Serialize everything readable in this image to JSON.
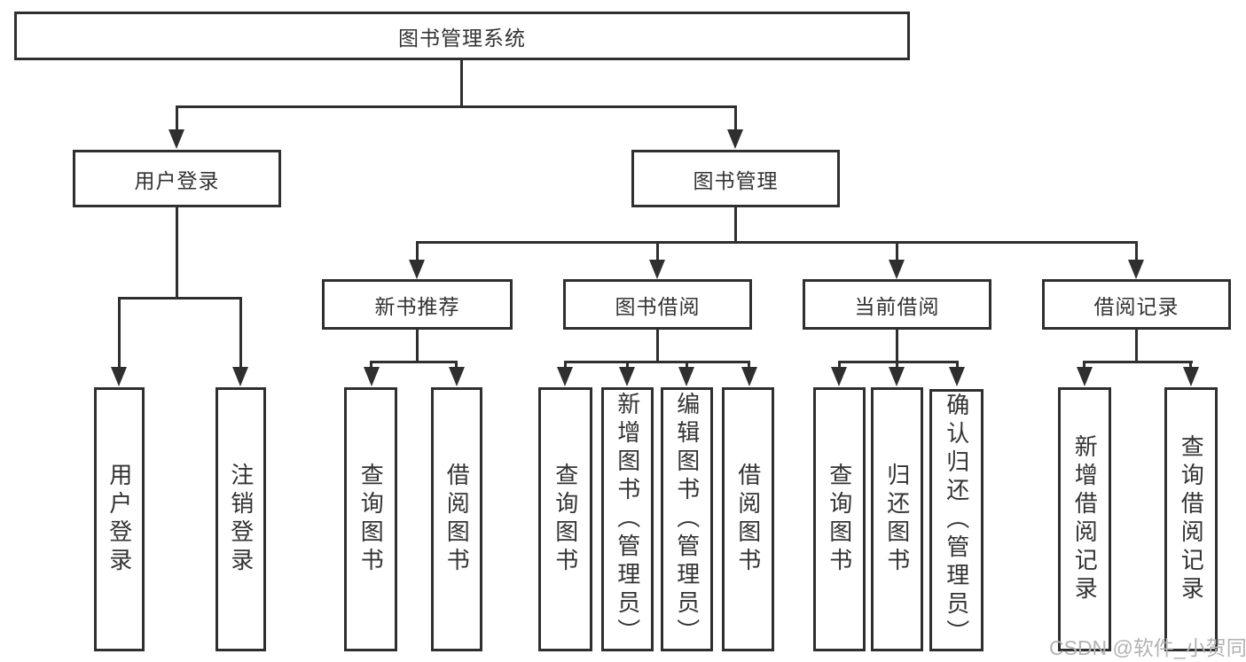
{
  "tree": {
    "root": {
      "label": "图书管理系统"
    },
    "branches": [
      {
        "label": "用户登录",
        "children": [
          {
            "label": "用户登录"
          },
          {
            "label": "注销登录"
          }
        ]
      },
      {
        "label": "图书管理",
        "children": [
          {
            "label": "新书推荐",
            "children": [
              {
                "label": "查询图书"
              },
              {
                "label": "借阅图书"
              }
            ]
          },
          {
            "label": "图书借阅",
            "children": [
              {
                "label": "查询图书"
              },
              {
                "label": "新增图书（管理员）"
              },
              {
                "label": "编辑图书（管理员）"
              },
              {
                "label": "借阅图书"
              }
            ]
          },
          {
            "label": "当前借阅",
            "children": [
              {
                "label": "查询图书"
              },
              {
                "label": "归还图书"
              },
              {
                "label": "确认归还（管理员）"
              }
            ]
          },
          {
            "label": "借阅记录",
            "children": [
              {
                "label": "新增借阅记录"
              },
              {
                "label": "查询借阅记录"
              }
            ]
          }
        ]
      }
    ]
  },
  "watermark": {
    "text": "CSDN @软件_小贺同学"
  },
  "colors": {
    "line": "#2f2f2f",
    "text": "#333333",
    "background": "#ffffff",
    "watermark": "#b3b3b3"
  }
}
